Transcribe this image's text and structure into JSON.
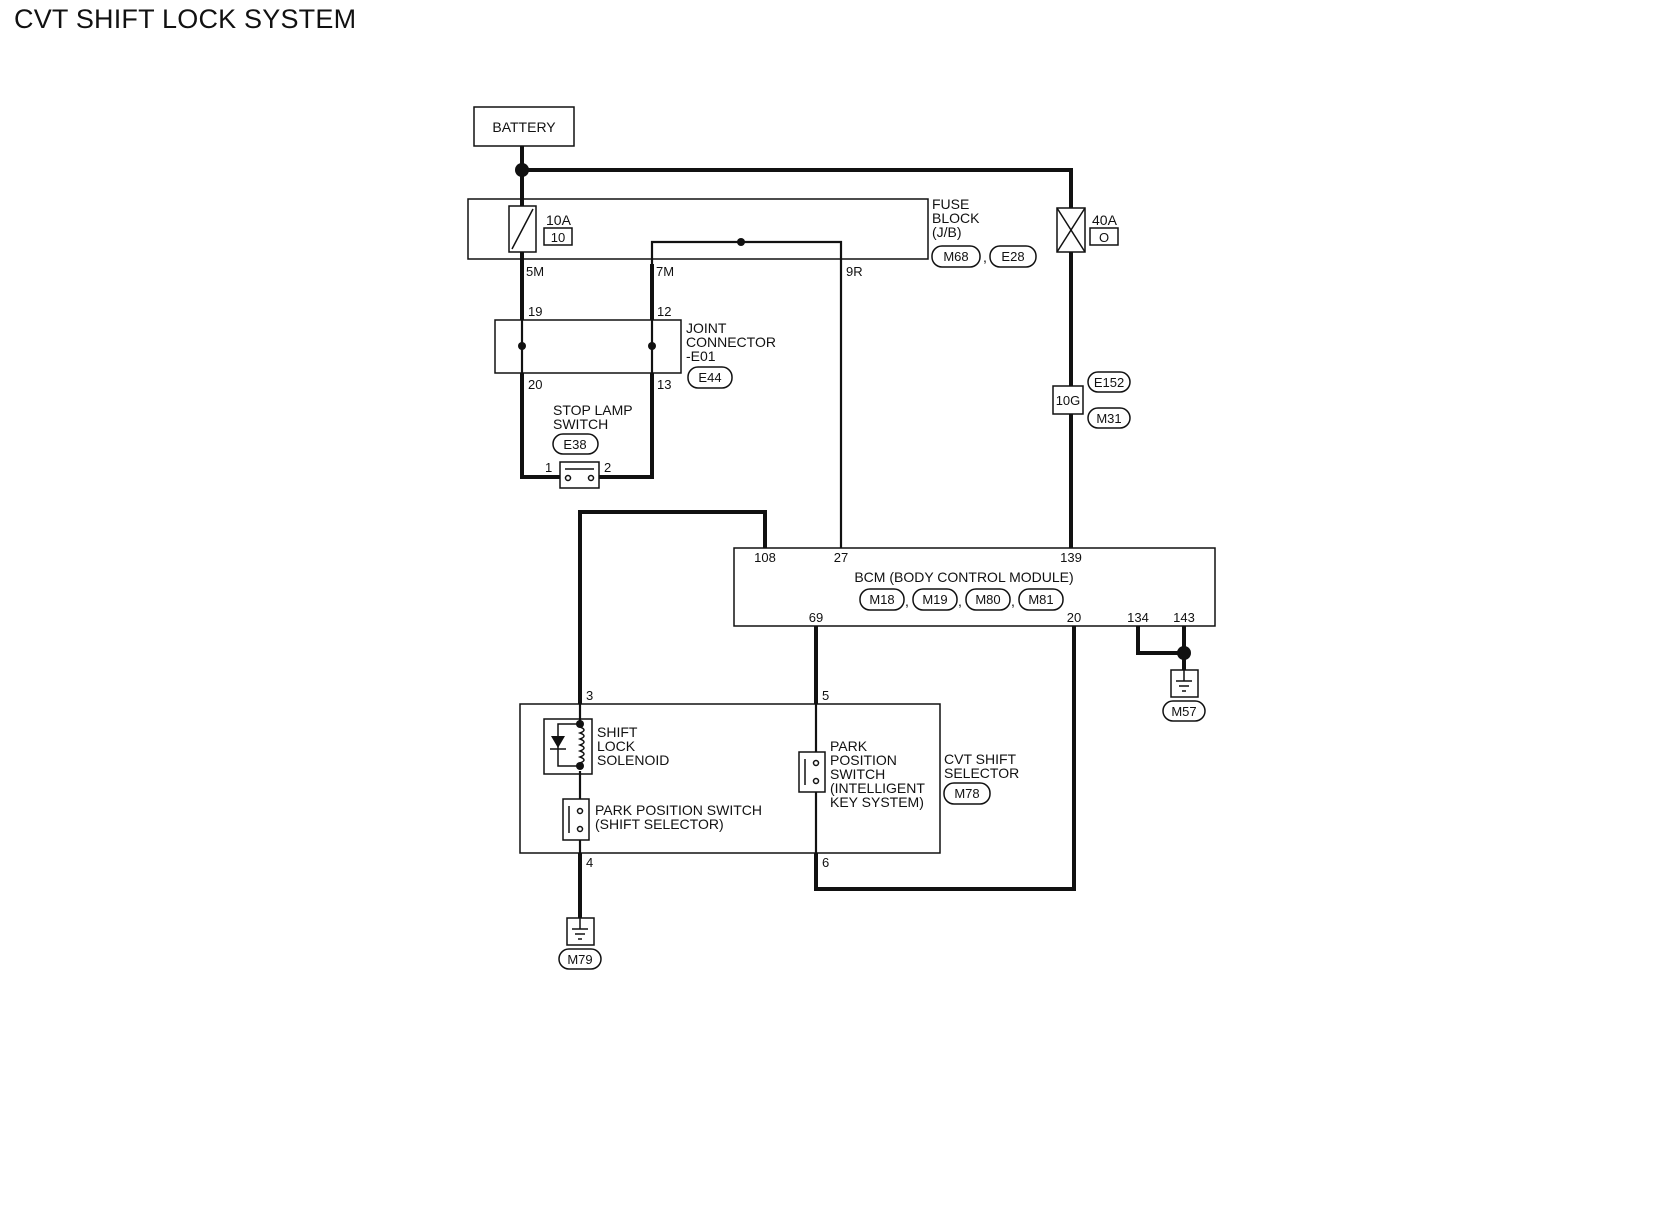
{
  "title": "CVT SHIFT LOCK SYSTEM",
  "battery": {
    "label": "BATTERY"
  },
  "fuse_block": {
    "label_lines": [
      "FUSE",
      "BLOCK",
      "(J/B)"
    ],
    "connectors": [
      "M68",
      "E28"
    ],
    "separator": ",",
    "fuse": {
      "rating": "10A",
      "number": "10"
    },
    "terminals": [
      "5M",
      "7M",
      "9R"
    ]
  },
  "fusible_link": {
    "rating": "40A",
    "number": "O"
  },
  "joint_connector": {
    "label_lines": [
      "JOINT",
      "CONNECTOR",
      "-E01"
    ],
    "connector": "E44",
    "pins_top": [
      "19",
      "12"
    ],
    "pins_bottom": [
      "20",
      "13"
    ]
  },
  "stop_lamp_switch": {
    "label_lines": [
      "STOP LAMP",
      "SWITCH"
    ],
    "connector": "E38",
    "pins": [
      "1",
      "2"
    ]
  },
  "harness_connector": {
    "terminal": "10G",
    "connectors": [
      "E152",
      "M31"
    ]
  },
  "bcm": {
    "label": "BCM (BODY CONTROL MODULE)",
    "connectors": [
      "M18",
      "M19",
      "M80",
      "M81"
    ],
    "separator": ",",
    "pins_top": [
      "108",
      "27",
      "139"
    ],
    "pins_bottom": [
      "69",
      "20",
      "134",
      "143"
    ]
  },
  "grounds": [
    "M57",
    "M79"
  ],
  "cvt_shift_selector": {
    "label_lines": [
      "CVT SHIFT",
      "SELECTOR"
    ],
    "connector": "M78",
    "pins": [
      "3",
      "5",
      "4",
      "6"
    ],
    "shift_lock_solenoid": [
      "SHIFT",
      "LOCK",
      "SOLENOID"
    ],
    "park_switch_selector": [
      "PARK POSITION SWITCH",
      "(SHIFT SELECTOR)"
    ],
    "park_switch_intelligent": [
      "PARK",
      "POSITION",
      "SWITCH",
      "(INTELLIGENT",
      "KEY SYSTEM)"
    ]
  }
}
